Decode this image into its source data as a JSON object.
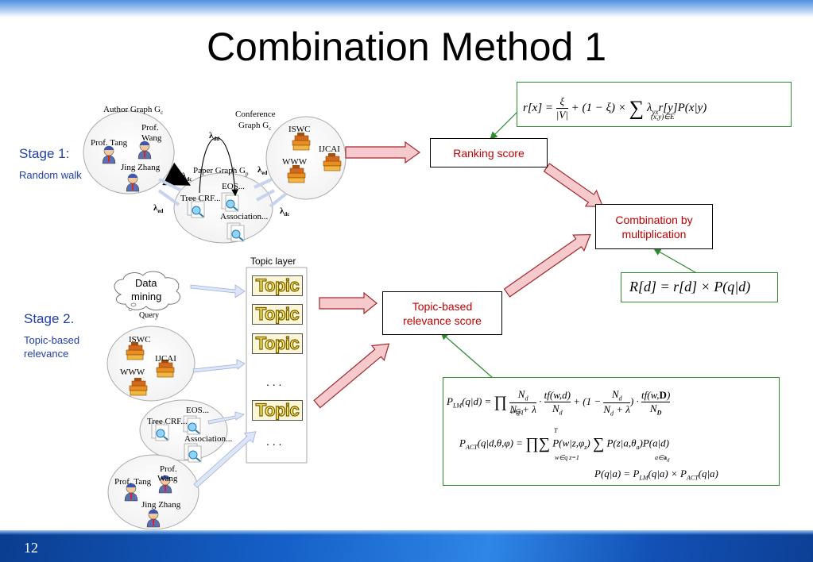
{
  "slide": {
    "title": "Combination Method 1",
    "page_number": "12"
  },
  "stage1": {
    "title": "Stage 1:",
    "subtitle": "Random walk"
  },
  "stage2": {
    "title": "Stage 2.",
    "subtitle_line1": "Topic-based",
    "subtitle_line2": "relevance"
  },
  "graph": {
    "author_graph": "Author Graph G",
    "author_graph_sub": "c",
    "conference_graph_line1": "Conference",
    "conference_graph_line2": "Graph G",
    "conference_graph_sub": "c",
    "paper_graph": "Paper Graph G",
    "paper_graph_sub": "p",
    "prof_wang_1": "Prof.",
    "prof_wang_2": "Wang",
    "prof_tang": "Prof. Tang",
    "jing_zhang": "Jing Zhang",
    "iswc": "ISWC",
    "ijcai": "IJCAI",
    "www": "WWW",
    "eos": "EOS...",
    "tree_crf": "Tree CRF...",
    "association": "Association...",
    "lambda_dd": "λ",
    "lambda_dd_sub": "dd",
    "lambda_dc": "λ",
    "lambda_dc_sub": "dc",
    "lambda_ed": "λ",
    "lambda_ed_sub": "ed"
  },
  "stage2_sources": {
    "data_mining_1": "Data",
    "data_mining_2": "mining",
    "query": "Query",
    "iswc": "ISWC",
    "ijcai": "IJCAI",
    "www": "WWW",
    "eos": "EOS...",
    "tree_crf": "Tree CRF...",
    "association": "Association...",
    "prof_wang_1": "Prof.",
    "prof_wang_2": "Wang",
    "prof_tang": "Prof. Tang",
    "jing_zhang": "Jing Zhang"
  },
  "topic_layer": {
    "label": "Topic layer",
    "topic_word": "Topic",
    "dots": ". . ."
  },
  "boxes": {
    "ranking": "Ranking score",
    "combination_1": "Combination by",
    "combination_2": "multiplication",
    "topic_rel_1": "Topic-based",
    "topic_rel_2": "relevance score"
  },
  "formulas": {
    "rank": "r[x] = ξ/|V| + (1 − ξ) × Σ_{(x,y)∈E} λ_{yx} r[y] P(x|y)",
    "combine": "R[d] = r[d] × P(q|d)",
    "plm": "P_LM(q|d) = Π_{w∈q} N_d/(N_d+λ) · tf(w,d)/N_d + (1 − N_d/(N_d+λ)) · tf(w,D)/N_D",
    "pact": "P_ACT(q|d,θ,φ) = Π_{w∈q} Σ_{z=1}^{T} P(w|z,φ_z) Σ_{a∈a_d} P(z|a,θ_a) P(a|d)",
    "pqa": "P(q|a) = P_LM(q|a) × P_ACT(q|a)"
  },
  "colors": {
    "box_text": "#c00000",
    "stage_text": "#1f3fa8",
    "formula_border": "#2e8b2e",
    "arrow_fill": "#f6c9cc",
    "arrow_stroke": "#a0282c"
  }
}
